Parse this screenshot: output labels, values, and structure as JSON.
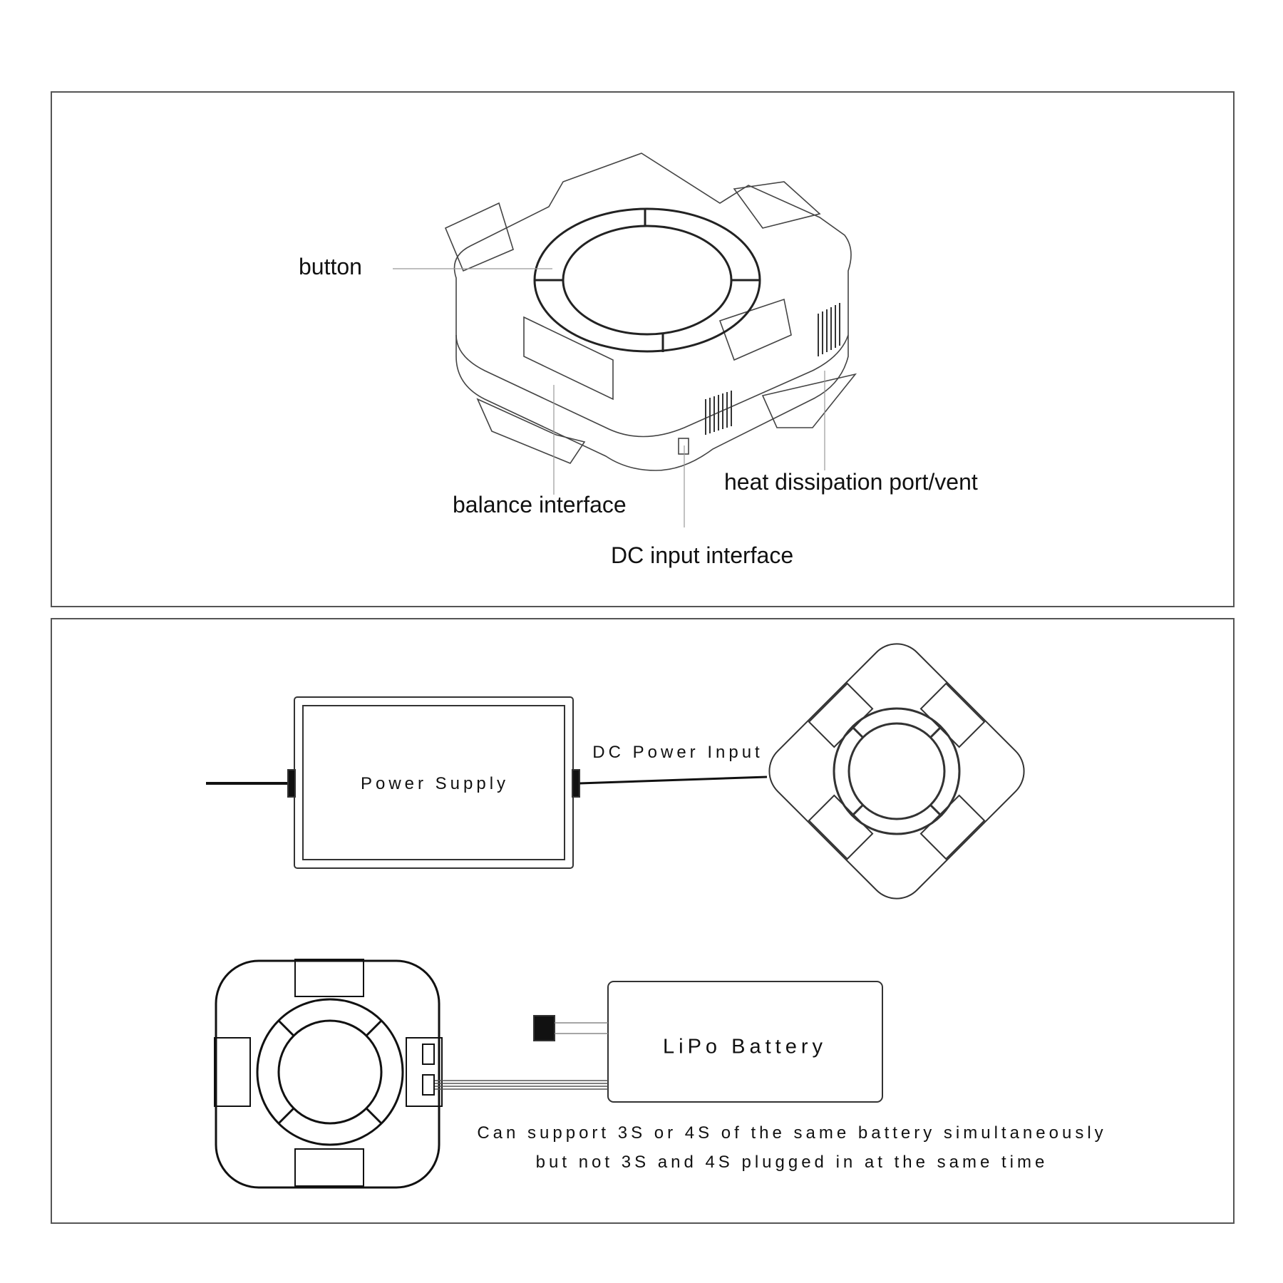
{
  "top_panel": {
    "labels": {
      "button": "button",
      "balance_interface": "balance interface",
      "heat_dissipation": "heat dissipation port/vent",
      "dc_input": "DC input interface"
    }
  },
  "bottom_panel": {
    "power_supply": "Power Supply",
    "dc_power_input": "DC Power Input",
    "lipo_battery": "LiPo Battery",
    "note_line1": "Can support 3S or 4S of the same battery simultaneously",
    "note_line2": "but not 3S and 4S plugged in at the same time"
  }
}
